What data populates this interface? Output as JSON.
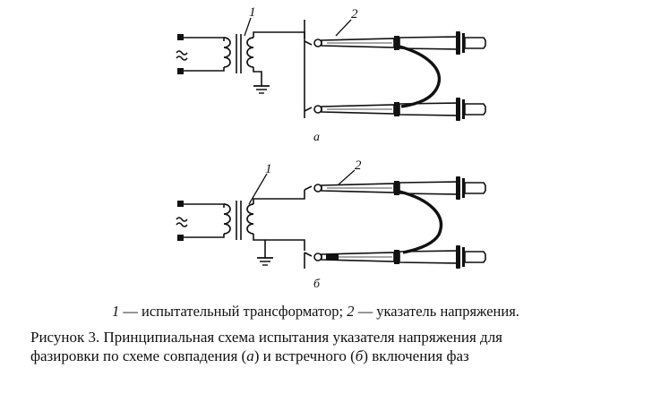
{
  "diagram_a": {
    "label_transformer": "1",
    "label_indicator": "2",
    "sublabel": "а"
  },
  "diagram_b": {
    "label_transformer": "1",
    "label_indicator": "2",
    "sublabel": "б"
  },
  "legend": {
    "n1": "1",
    "t1": " — испытательный трансформатор; ",
    "n2": "2",
    "t2": " — указатель напряжения."
  },
  "caption": {
    "line1": "Рисунок 3. Принципиальная схема испытания указателя напряжения для",
    "line2_a": "фазировки по схеме совпадения (",
    "mark_a": "а",
    "line2_b": ") и встречного (",
    "mark_b": "б",
    "line2_c": ") включения фаз"
  },
  "icons": [
    "ac-source-symbol",
    "transformer-coil",
    "ground-symbol",
    "voltage-indicator-probe"
  ]
}
